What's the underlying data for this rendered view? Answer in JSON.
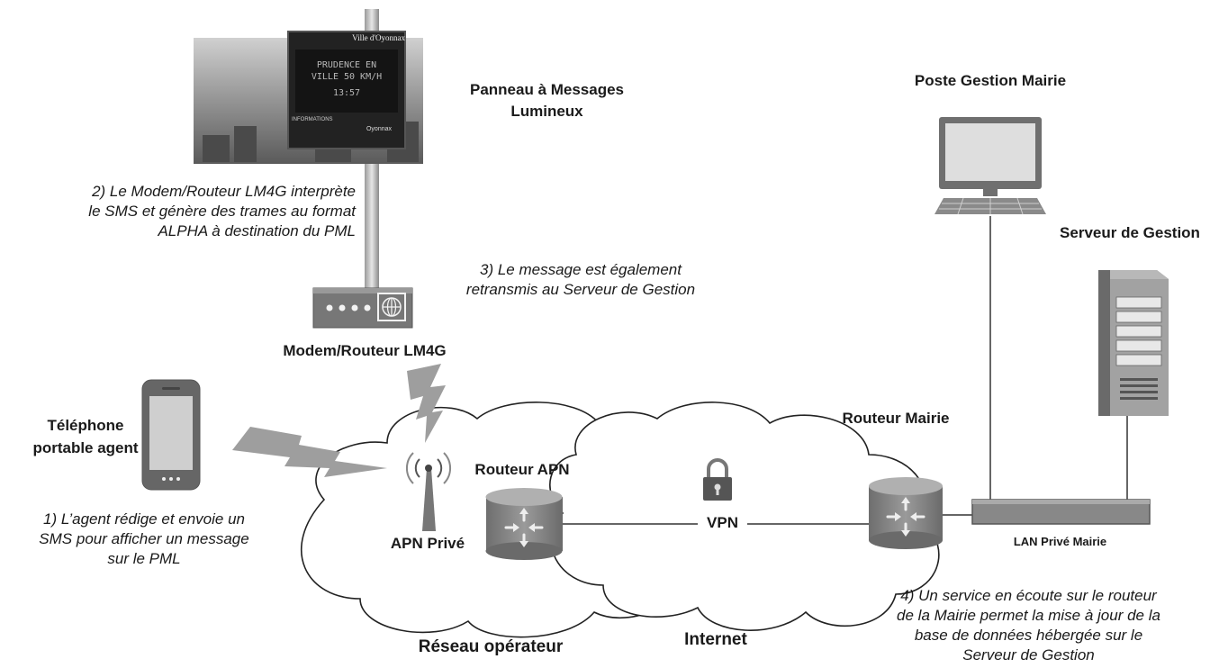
{
  "devices": {
    "pml": {
      "label_line1": "Panneau à Messages",
      "label_line2": "Lumineux",
      "sign": {
        "header": "Ville d'Oyonnax",
        "line1": "PRUDENCE EN",
        "line2": "VILLE 50 KM/H",
        "time": "13:57",
        "footer": "INFORMATIONS",
        "brand": "Oyonnax"
      }
    },
    "modem": {
      "label": "Modem/Routeur LM4G"
    },
    "phone": {
      "label_line1": "Téléphone",
      "label_line2": "portable agent"
    },
    "apn": {
      "label": "APN Privé"
    },
    "routeur_apn": {
      "label": "Routeur APN"
    },
    "vpn": {
      "label": "VPN"
    },
    "routeur_mairie": {
      "label": "Routeur Mairie"
    },
    "poste": {
      "label": "Poste Gestion Mairie"
    },
    "serveur": {
      "label": "Serveur de Gestion"
    },
    "lan": {
      "label": "LAN Privé Mairie"
    }
  },
  "networks": {
    "operateur": "Réseau opérateur",
    "internet": "Internet"
  },
  "steps": {
    "step1": [
      "1) L’agent rédige et envoie un",
      "SMS pour afficher un message",
      "sur le PML"
    ],
    "step2": [
      "2) Le Modem/Routeur LM4G interprète",
      "le SMS et génère des trames au format",
      "ALPHA à destination du PML"
    ],
    "step3": [
      "3) Le message est également",
      "retransmis au Serveur de Gestion"
    ],
    "step4": [
      "4) Un service en écoute sur le routeur",
      "de la Mairie permet la mise à jour de la",
      "base de données hébergée sur le",
      "Serveur de Gestion"
    ]
  }
}
